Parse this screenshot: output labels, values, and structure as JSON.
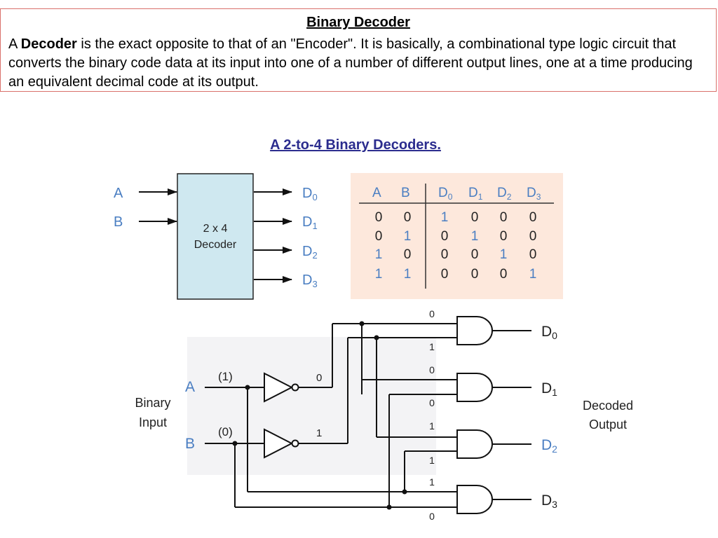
{
  "definition": {
    "title": "Binary Decoder",
    "text_a": "A ",
    "text_bold": "Decoder",
    "text_rest": " is the exact opposite to that of an \"Encoder\". It is basically, a combinational type logic circuit that converts the binary code data at its input into one of a number of different output lines, one at a time producing an equivalent decimal code at its output."
  },
  "subtitle": "A 2-to-4 Binary Decoders.",
  "block": {
    "inputs": [
      "A",
      "B"
    ],
    "box_line1": "2 x 4",
    "box_line2": "Decoder",
    "outputs": [
      {
        "base": "D",
        "sub": "0"
      },
      {
        "base": "D",
        "sub": "1"
      },
      {
        "base": "D",
        "sub": "2"
      },
      {
        "base": "D",
        "sub": "3"
      }
    ]
  },
  "truth_table": {
    "headers": [
      {
        "base": "A",
        "sub": ""
      },
      {
        "base": "B",
        "sub": ""
      },
      {
        "base": "D",
        "sub": "0"
      },
      {
        "base": "D",
        "sub": "1"
      },
      {
        "base": "D",
        "sub": "2"
      },
      {
        "base": "D",
        "sub": "3"
      }
    ],
    "rows": [
      [
        "0",
        "0",
        "1",
        "0",
        "0",
        "0"
      ],
      [
        "0",
        "1",
        "0",
        "1",
        "0",
        "0"
      ],
      [
        "1",
        "0",
        "0",
        "0",
        "1",
        "0"
      ],
      [
        "1",
        "1",
        "0",
        "0",
        "0",
        "1"
      ]
    ]
  },
  "circuit": {
    "input_label_line1": "Binary",
    "input_label_line2": "Input",
    "output_label_line1": "Decoded",
    "output_label_line2": "Output",
    "input_a": "A",
    "input_b": "B",
    "value_a": "(1)",
    "value_b": "(0)",
    "inv_out_a": "0",
    "inv_out_b": "1",
    "gate_inputs": [
      "0",
      "1",
      "0",
      "0",
      "1",
      "1",
      "1",
      "0"
    ],
    "outputs": [
      {
        "base": "D",
        "sub": "0"
      },
      {
        "base": "D",
        "sub": "1"
      },
      {
        "base": "D",
        "sub": "2"
      },
      {
        "base": "D",
        "sub": "3"
      }
    ]
  },
  "colors": {
    "accent_blue": "#4a7ec2",
    "title_blue": "#2b2c8e",
    "box_fill": "#cfe8f0",
    "table_bg": "#fde8dc",
    "circuit_bg": "#f3f3f5",
    "border_red": "#d9706a"
  }
}
